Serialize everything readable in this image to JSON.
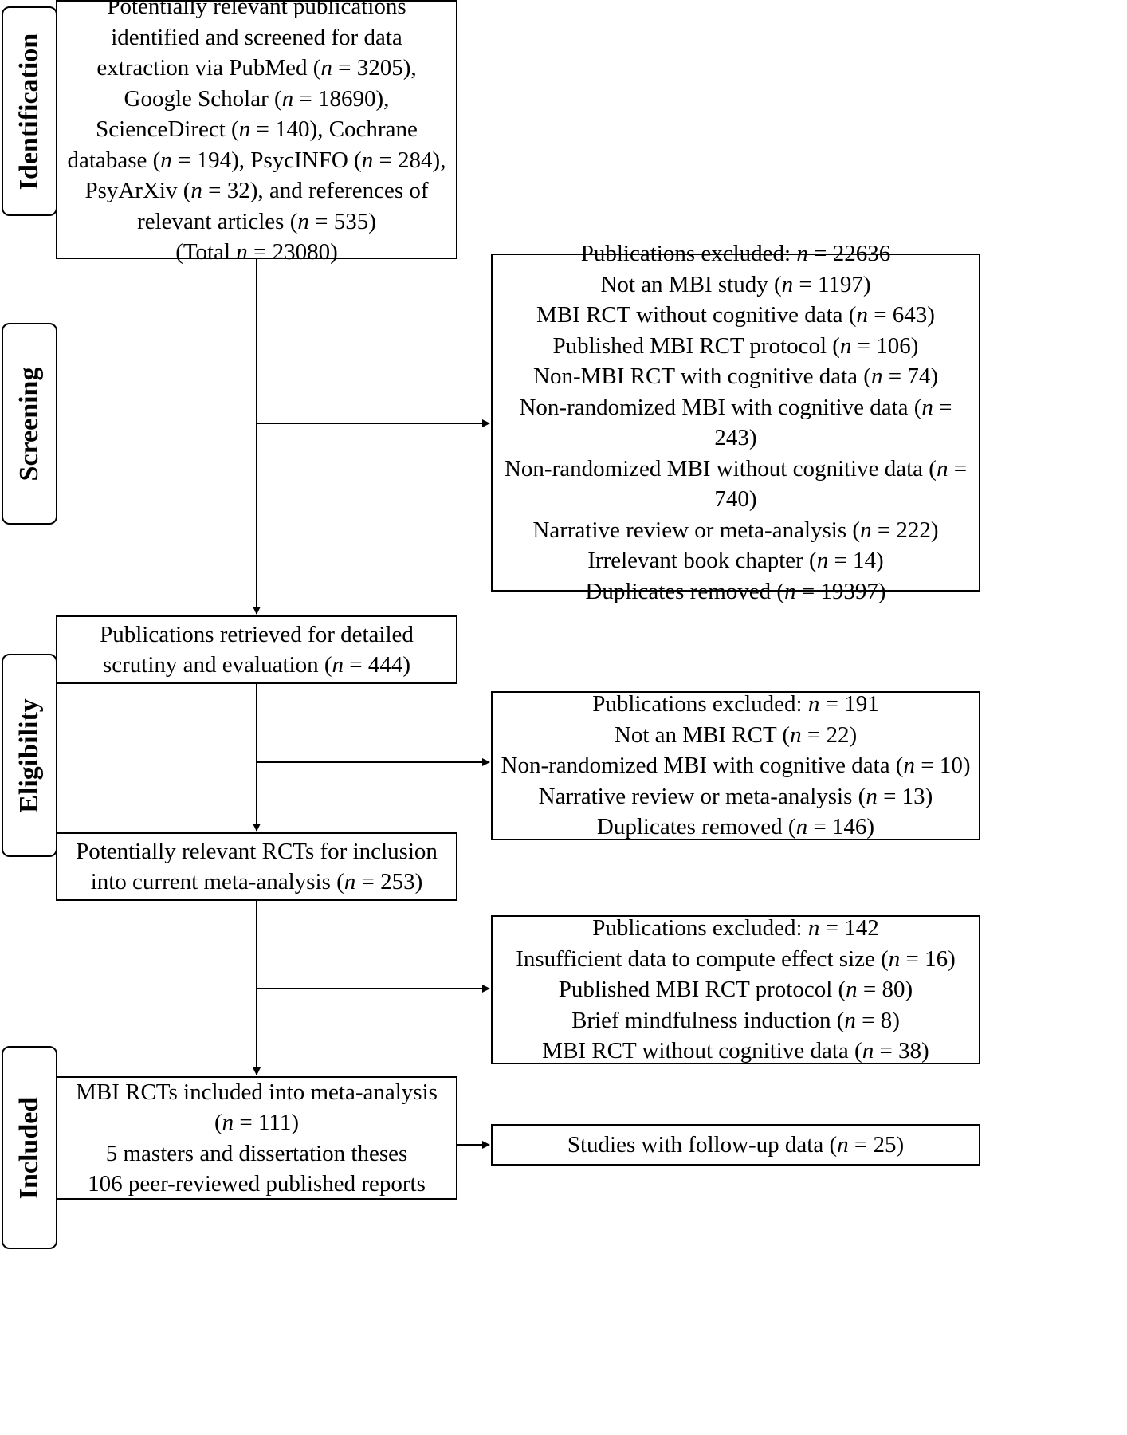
{
  "stages": {
    "identification": "Identification",
    "screening": "Screening",
    "eligibility": "Eligibility",
    "included": "Included"
  },
  "identified_box": {
    "lines": [
      "Potentially relevant publications",
      "identified and screened for data",
      "extraction via PubMed (n = 3205),",
      "Google Scholar (n = 18690),",
      "ScienceDirect (n = 140), Cochrane",
      "database (n = 194), PsycINFO (n = 284),",
      "PsyArXiv (n = 32), and references of",
      "relevant articles (n = 535)",
      "(Total n = 23080)"
    ]
  },
  "excluded_screening_box": {
    "lines": [
      "Publications excluded: n = 22636",
      "Not an MBI study (n = 1197)",
      "MBI RCT without cognitive data (n = 643)",
      "Published MBI RCT protocol (n = 106)",
      "Non-MBI RCT with cognitive data (n = 74)",
      "Non-randomized MBI with cognitive data (n =",
      "243)",
      "Non-randomized MBI without cognitive data (n =",
      "740)",
      "Narrative review or meta-analysis (n = 222)",
      "Irrelevant book chapter (n = 14)",
      "Duplicates removed (n = 19397)"
    ]
  },
  "retrieved_box": {
    "lines": [
      "Publications retrieved for detailed",
      "scrutiny and evaluation (n = 444)"
    ]
  },
  "excluded_eligibility_box": {
    "lines": [
      "Publications excluded: n = 191",
      "Not an MBI RCT (n = 22)",
      "Non-randomized MBI with cognitive data (n = 10)",
      "Narrative review or meta-analysis (n = 13)",
      "Duplicates removed (n = 146)"
    ]
  },
  "relevant_rcts_box": {
    "lines": [
      "Potentially relevant RCTs for inclusion",
      "into current meta-analysis (n = 253)"
    ]
  },
  "excluded_final_box": {
    "lines": [
      "Publications excluded: n = 142",
      "Insufficient data to compute effect size (n = 16)",
      "Published MBI RCT protocol (n = 80)",
      "Brief mindfulness induction (n = 8)",
      "MBI RCT without cognitive data (n = 38)"
    ]
  },
  "included_box": {
    "lines": [
      "MBI RCTs included into meta-analysis",
      "(n = 111)",
      "5 masters and dissertation theses",
      "106 peer-reviewed published reports"
    ]
  },
  "followup_box": {
    "lines": [
      "Studies with follow-up data (n = 25)"
    ]
  }
}
